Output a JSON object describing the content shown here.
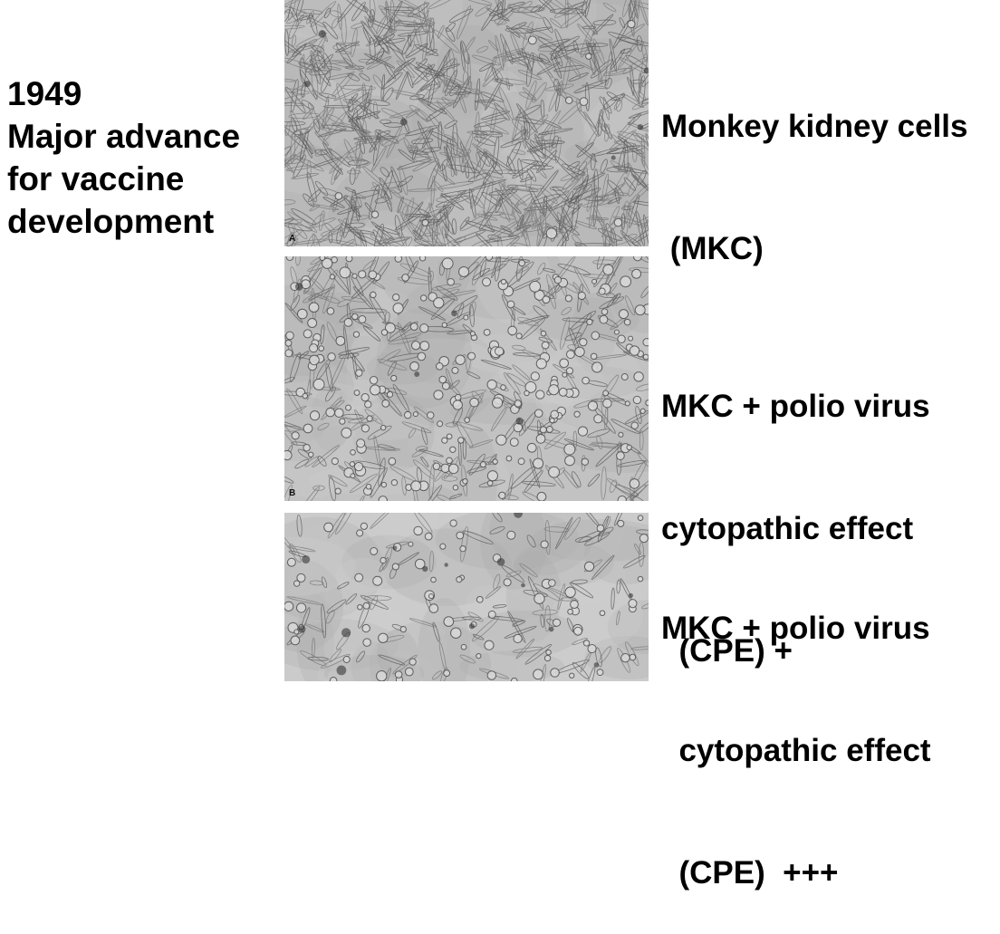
{
  "heading": {
    "year": "1949",
    "line2": "Major advance",
    "line3": "for vaccine",
    "line4": "development"
  },
  "panels": [
    {
      "letter": "A",
      "caption_lines": [
        "Monkey kidney cells",
        " (MKC)"
      ]
    },
    {
      "letter": "B",
      "caption_lines": [
        "MKC + polio virus",
        "cytopathic effect",
        "  (CPE) +"
      ]
    },
    {
      "letter": "",
      "caption_lines": [
        "MKC + polio virus",
        "  cytopathic effect",
        "  (CPE)  +++"
      ]
    }
  ],
  "colors": {
    "background": "#ffffff",
    "text": "#000000",
    "micrograph_base": "#b9b9b9"
  }
}
